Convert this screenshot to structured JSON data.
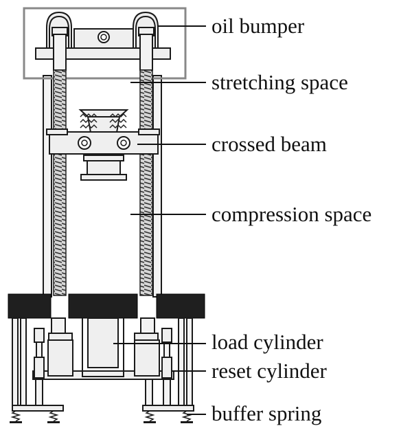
{
  "labels": {
    "oil_bumper": "oil bumper",
    "stretching_space": "stretching space",
    "crossed_beam": "crossed beam",
    "compression_space": "compression space",
    "load_cylinder": "load cylinder",
    "reset_cylinder": "reset cylinder",
    "buffer_spring": "buffer spring"
  },
  "colors": {
    "line": "#1a1a1a",
    "part_fill": "#efefef",
    "dark_block": "#1f1f1f",
    "highlight_frame": "#888888"
  }
}
